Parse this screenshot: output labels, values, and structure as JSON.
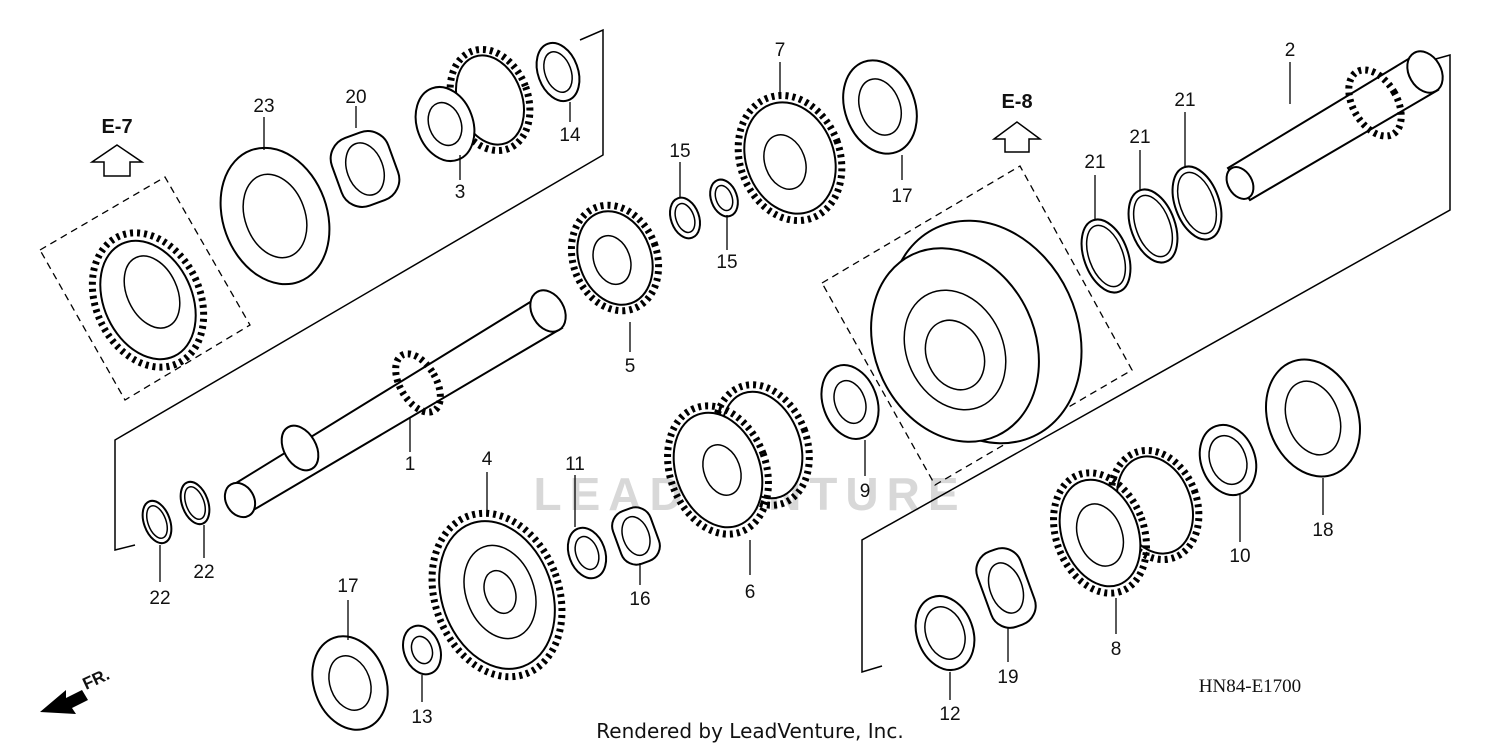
{
  "diagram_code": "HN84-E1700",
  "footer_text": "Rendered by LeadVenture, Inc.",
  "watermark_text": "LEADVENTURE",
  "front_indicator": "FR.",
  "refs": {
    "e7": "E-7",
    "e8": "E-8"
  },
  "callouts": [
    {
      "id": "c1",
      "label": "1"
    },
    {
      "id": "c2",
      "label": "2"
    },
    {
      "id": "c3",
      "label": "3"
    },
    {
      "id": "c4",
      "label": "4"
    },
    {
      "id": "c5",
      "label": "5"
    },
    {
      "id": "c6",
      "label": "6"
    },
    {
      "id": "c7",
      "label": "7"
    },
    {
      "id": "c8",
      "label": "8"
    },
    {
      "id": "c9",
      "label": "9"
    },
    {
      "id": "c10",
      "label": "10"
    },
    {
      "id": "c11",
      "label": "11"
    },
    {
      "id": "c12",
      "label": "12"
    },
    {
      "id": "c13",
      "label": "13"
    },
    {
      "id": "c14",
      "label": "14"
    },
    {
      "id": "c15a",
      "label": "15"
    },
    {
      "id": "c15b",
      "label": "15"
    },
    {
      "id": "c16",
      "label": "16"
    },
    {
      "id": "c17a",
      "label": "17"
    },
    {
      "id": "c17b",
      "label": "17"
    },
    {
      "id": "c18",
      "label": "18"
    },
    {
      "id": "c19",
      "label": "19"
    },
    {
      "id": "c20",
      "label": "20"
    },
    {
      "id": "c21a",
      "label": "21"
    },
    {
      "id": "c21b",
      "label": "21"
    },
    {
      "id": "c21c",
      "label": "21"
    },
    {
      "id": "c22a",
      "label": "22"
    },
    {
      "id": "c22b",
      "label": "22"
    },
    {
      "id": "c23",
      "label": "23"
    }
  ]
}
